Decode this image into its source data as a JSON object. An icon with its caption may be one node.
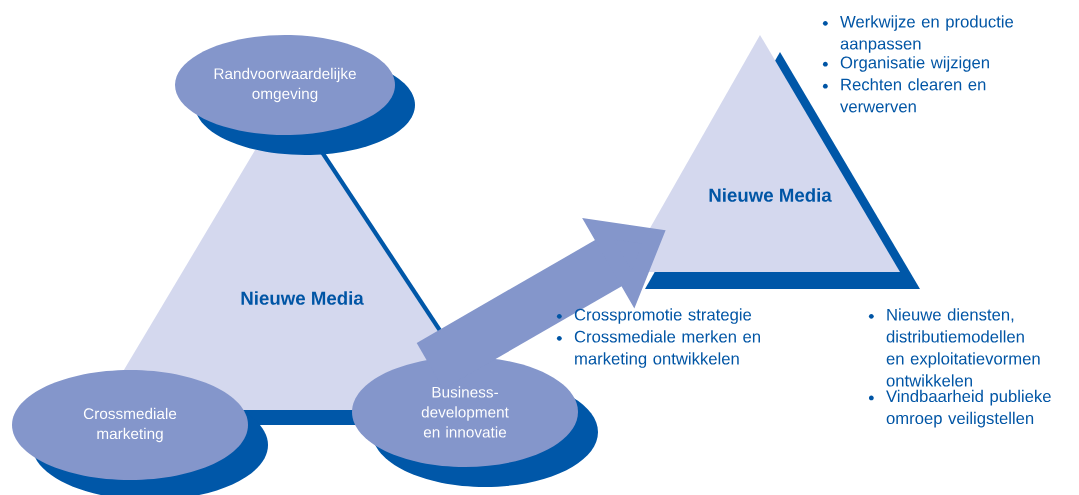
{
  "diagram": {
    "nodes": [
      {
        "text": [
          "Nieuwe Media"
        ]
      },
      {
        "text": [
          "Randvoorwaardelijke omgeving"
        ]
      },
      {
        "text": [
          "Crossmediale marketing"
        ]
      },
      {
        "text": [
          "Business- development en innovatie"
        ]
      },
      {
        "text": [
          "Nieuwe Media"
        ]
      }
    ],
    "edges": [
      {
        "from": 0,
        "to": 4,
        "arrow": "to"
      }
    ],
    "labels": [
      "Werkwijze en productie aanpassen",
      "Organisatie wijzigen",
      "Rechten clearen en verwerven",
      "Crosspromotie strategie",
      "Crossmediale merken en marketing ontwikkelen",
      "Nieuwe diensten, distributiemodellen en exploitatievormen ontwikkelen",
      "Vindbaarheid publieke omroep veiligstellen"
    ]
  }
}
